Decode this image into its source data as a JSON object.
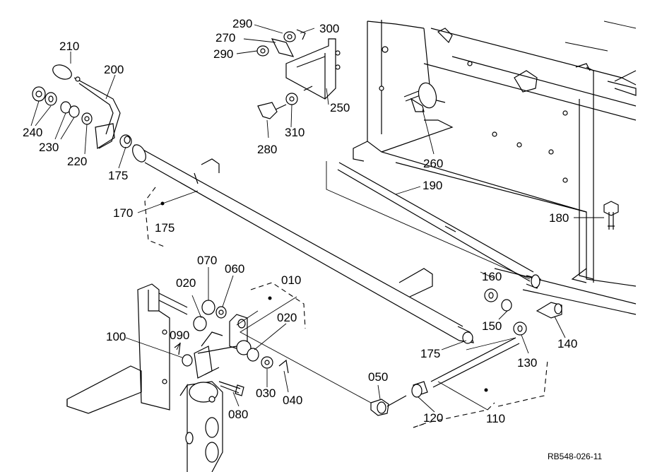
{
  "diagram": {
    "reference_code": "RB548-026-11",
    "callouts": {
      "p010": "010",
      "p020a": "020",
      "p020b": "020",
      "p030": "030",
      "p040": "040",
      "p050": "050",
      "p060": "060",
      "p070": "070",
      "p080": "080",
      "p090": "090",
      "p100": "100",
      "p110": "110",
      "p120": "120",
      "p130": "130",
      "p140": "140",
      "p150": "150",
      "p160": "160",
      "p170": "170",
      "p175a": "175",
      "p175b": "175",
      "p175c": "175",
      "p180": "180",
      "p190": "190",
      "p200": "200",
      "p210": "210",
      "p220": "220",
      "p230": "230",
      "p240": "240",
      "p250": "250",
      "p260": "260",
      "p270": "270",
      "p280": "280",
      "p290a": "290",
      "p290b": "290",
      "p300": "300",
      "p310": "310"
    }
  }
}
